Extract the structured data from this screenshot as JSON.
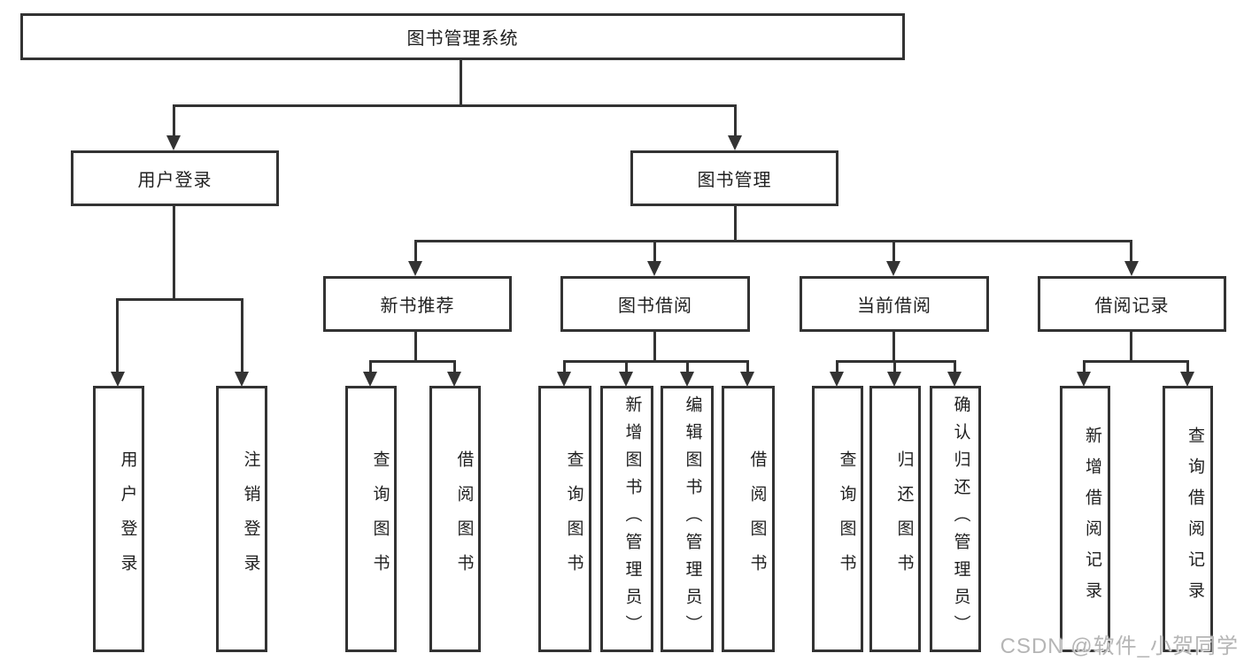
{
  "nodes": {
    "root": "图书管理系统",
    "user_login": "用户登录",
    "book_management": "图书管理",
    "new_book_recommend": "新书推荐",
    "book_borrow": "图书借阅",
    "current_borrow": "当前借阅",
    "borrow_record": "借阅记录"
  },
  "leaves": {
    "user_login": [
      "用户登录",
      "注销登录"
    ],
    "new_book_recommend": [
      "查询图书",
      "借阅图书"
    ],
    "book_borrow": [
      "查询图书",
      "新增图书（管理员）",
      "编辑图书（管理员）",
      "借阅图书"
    ],
    "current_borrow": [
      "查询图书",
      "归还图书",
      "确认归还（管理员）"
    ],
    "borrow_record": [
      "新增借阅记录",
      "查询借阅记录"
    ]
  },
  "watermark": "CSDN @软件_小贺同学",
  "colors": {
    "line": "#333333",
    "text": "#1f1f1f",
    "watermark": "#b5b5b5",
    "background": "#ffffff"
  }
}
